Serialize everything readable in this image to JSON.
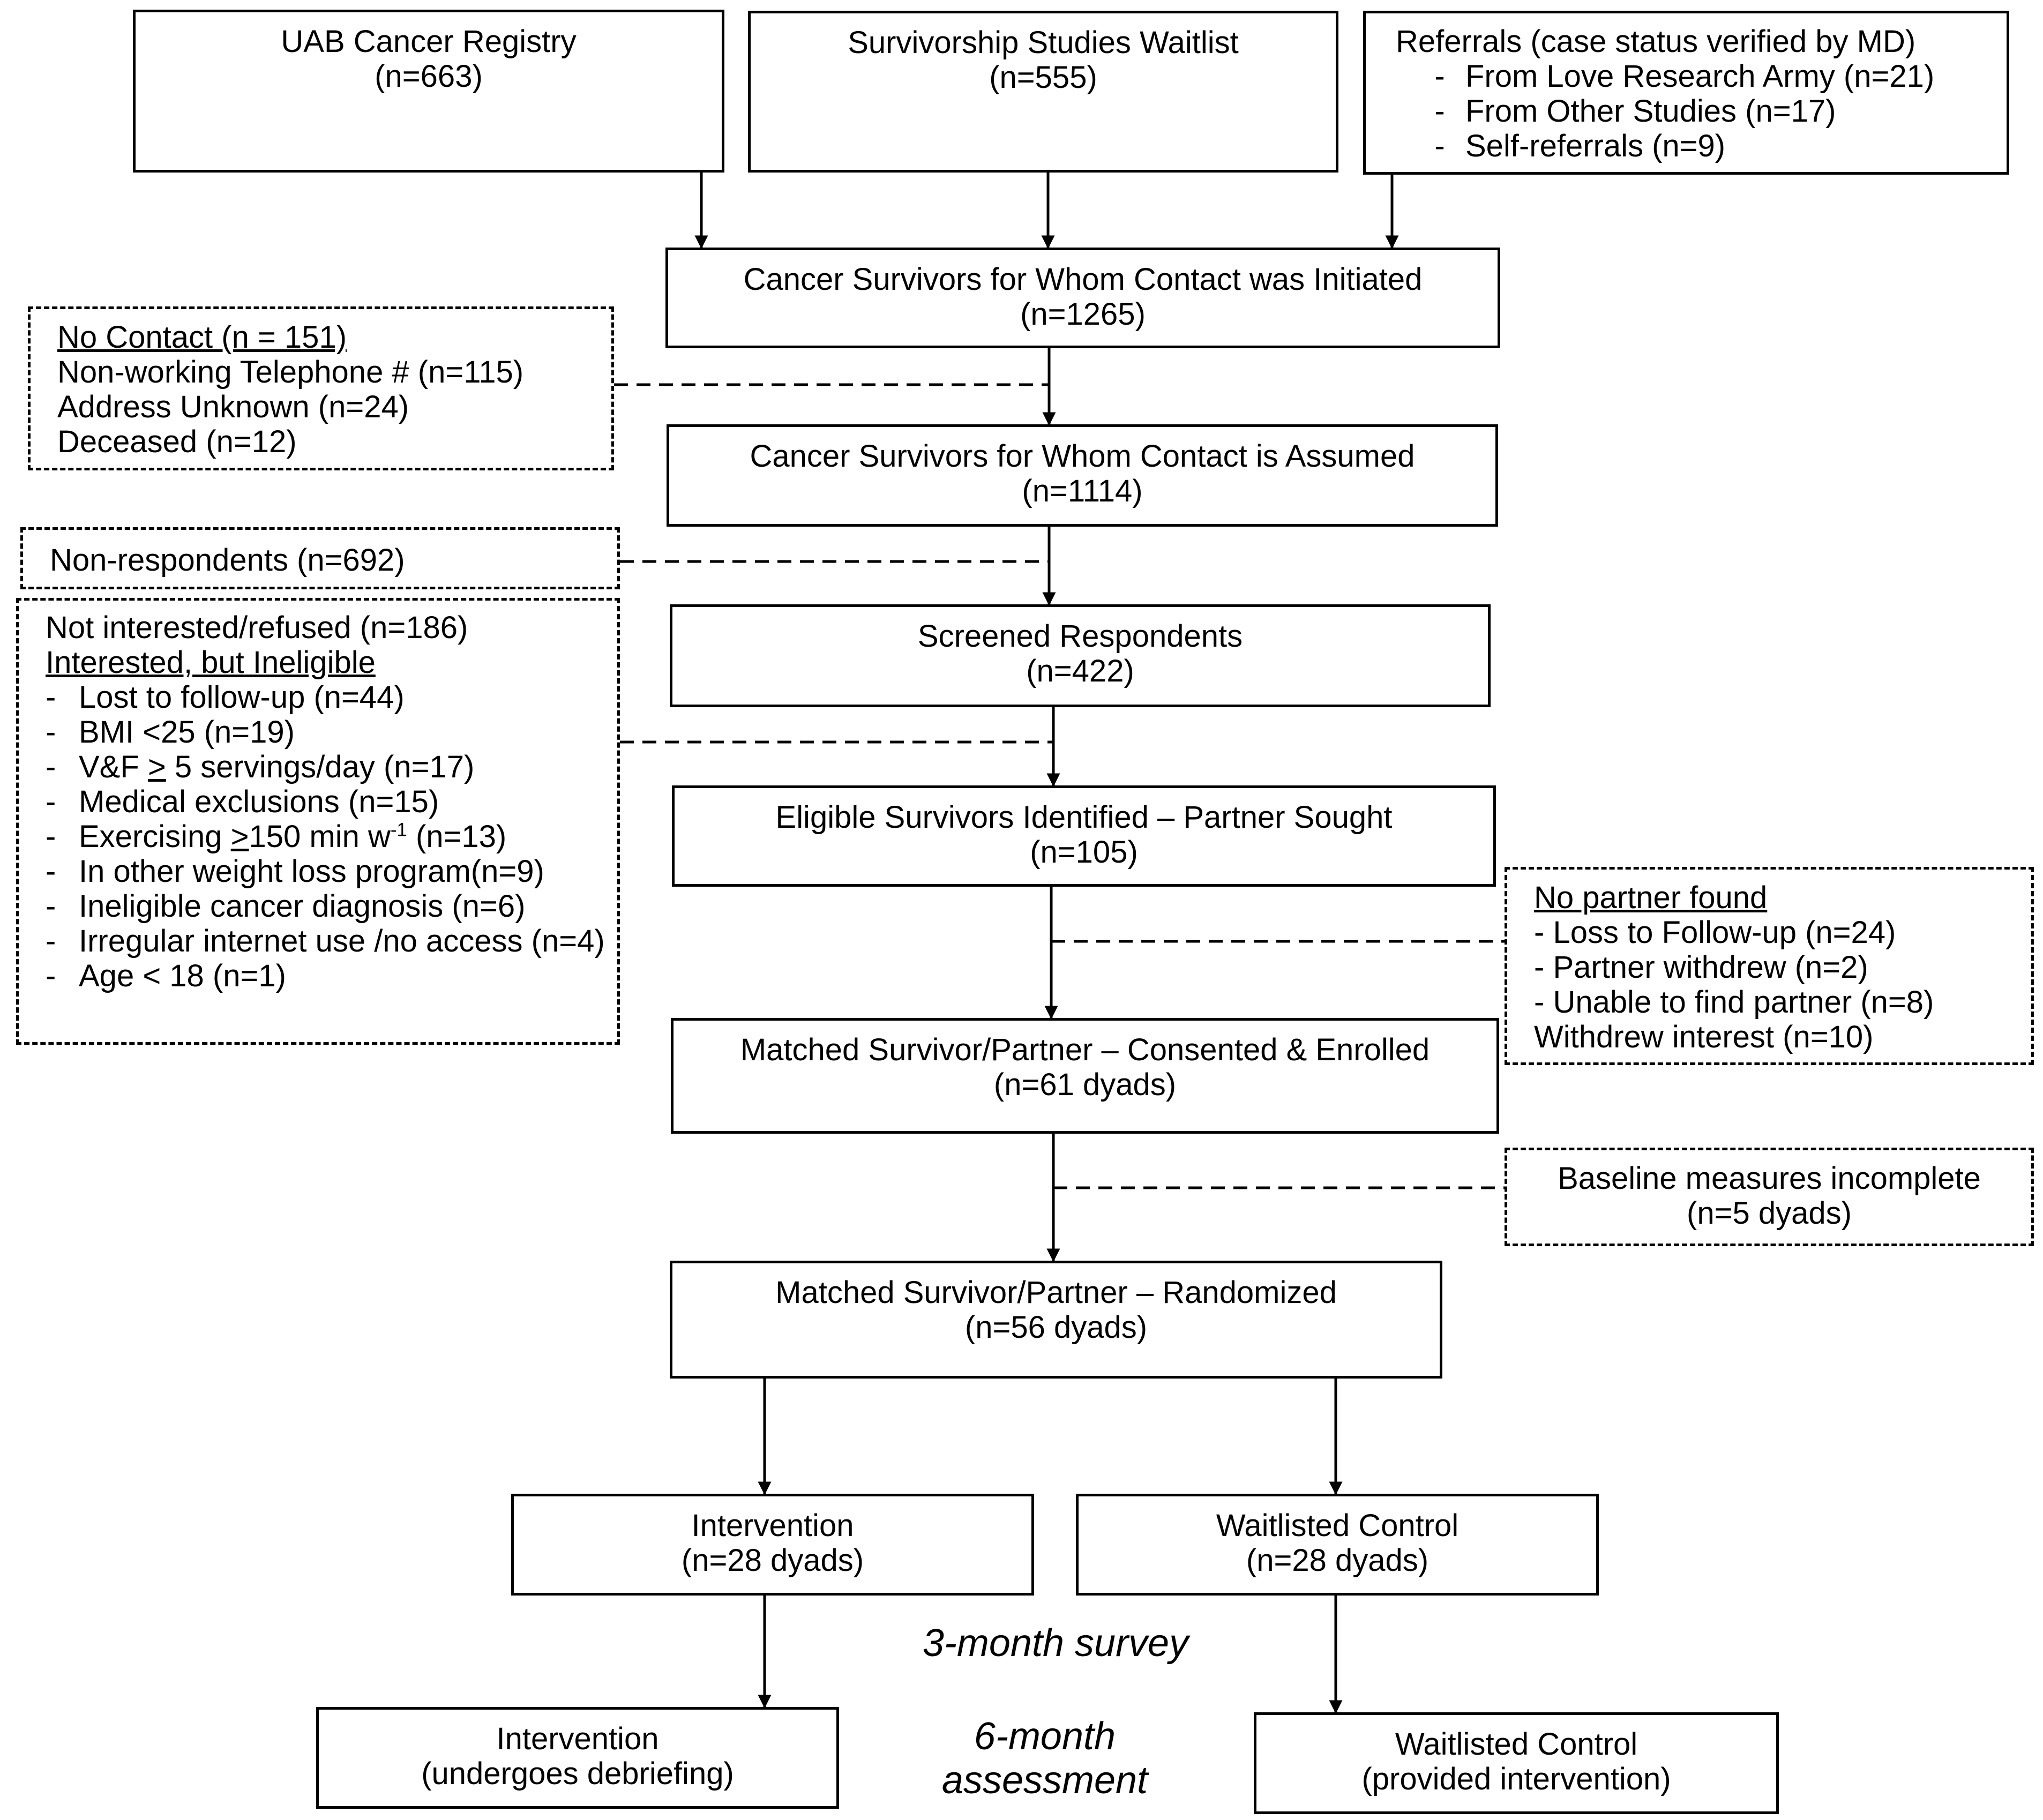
{
  "sources": {
    "registry": {
      "title": "UAB Cancer Registry",
      "count": "(n=663)"
    },
    "waitlist": {
      "title": "Survivorship Studies Waitlist",
      "count": "(n=555)"
    },
    "referrals": {
      "title": "Referrals (case status verified by MD)",
      "items": [
        "From Love Research Army (n=21)",
        "From Other Studies (n=17)",
        "Self-referrals (n=9)"
      ]
    }
  },
  "initiated": {
    "title": "Cancer Survivors for Whom Contact was Initiated",
    "count": "(n=1265)"
  },
  "no_contact": {
    "heading": "No Contact (n = 151)",
    "lines": [
      "Non-working Telephone # (n=115)",
      "Address Unknown (n=24)",
      "Deceased (n=12)"
    ]
  },
  "assumed": {
    "title": "Cancer Survivors for Whom Contact is Assumed",
    "count": "(n=1114)"
  },
  "non_respondents": {
    "label": "Non-respondents (n=692)"
  },
  "excluded": {
    "line1": "Not interested/refused (n=186)",
    "heading": "Interested, but Ineligible",
    "items": {
      "i0": "Lost to follow-up (n=44)",
      "i1": "BMI <25 (n=19)",
      "i2a": "V&F ",
      "i2b": ">",
      "i2c": " 5 servings/day (n=17)",
      "i3": "Medical exclusions (n=15)",
      "i4a": "Exercising ",
      "i4b": ">",
      "i4c": "150 min w",
      "i4d": "-1",
      "i4e": " (n=13)",
      "i5": "In other weight loss program(n=9)",
      "i6": "Ineligible cancer diagnosis (n=6)",
      "i7": "Irregular internet use /no access (n=4)",
      "i8": "Age < 18 (n=1)"
    }
  },
  "screened": {
    "title": "Screened Respondents",
    "count": "(n=422)"
  },
  "eligible": {
    "title": "Eligible Survivors Identified – Partner Sought",
    "count": "(n=105)"
  },
  "no_partner": {
    "heading": "No partner found",
    "items": [
      "Loss to Follow-up (n=24)",
      "Partner withdrew (n=2)",
      "Unable to find partner (n=8)"
    ],
    "last": "Withdrew interest (n=10)"
  },
  "enrolled": {
    "title": "Matched Survivor/Partner – Consented & Enrolled",
    "count": "(n=61 dyads)"
  },
  "baseline": {
    "title": "Baseline measures incomplete",
    "count": "(n=5 dyads)"
  },
  "randomized": {
    "title": "Matched Survivor/Partner – Randomized",
    "count": "(n=56 dyads)"
  },
  "arms": {
    "intervention": {
      "title": "Intervention",
      "count": "(n=28 dyads)"
    },
    "control": {
      "title": "Waitlisted Control",
      "count": "(n=28 dyads)"
    }
  },
  "phases": {
    "three_month": "3-month survey",
    "six_month_1": "6-month",
    "six_month_2": "assessment"
  },
  "final": {
    "intervention": {
      "title": "Intervention",
      "note": "(undergoes debriefing)"
    },
    "control": {
      "title": "Waitlisted Control",
      "note": "(provided intervention)"
    }
  }
}
